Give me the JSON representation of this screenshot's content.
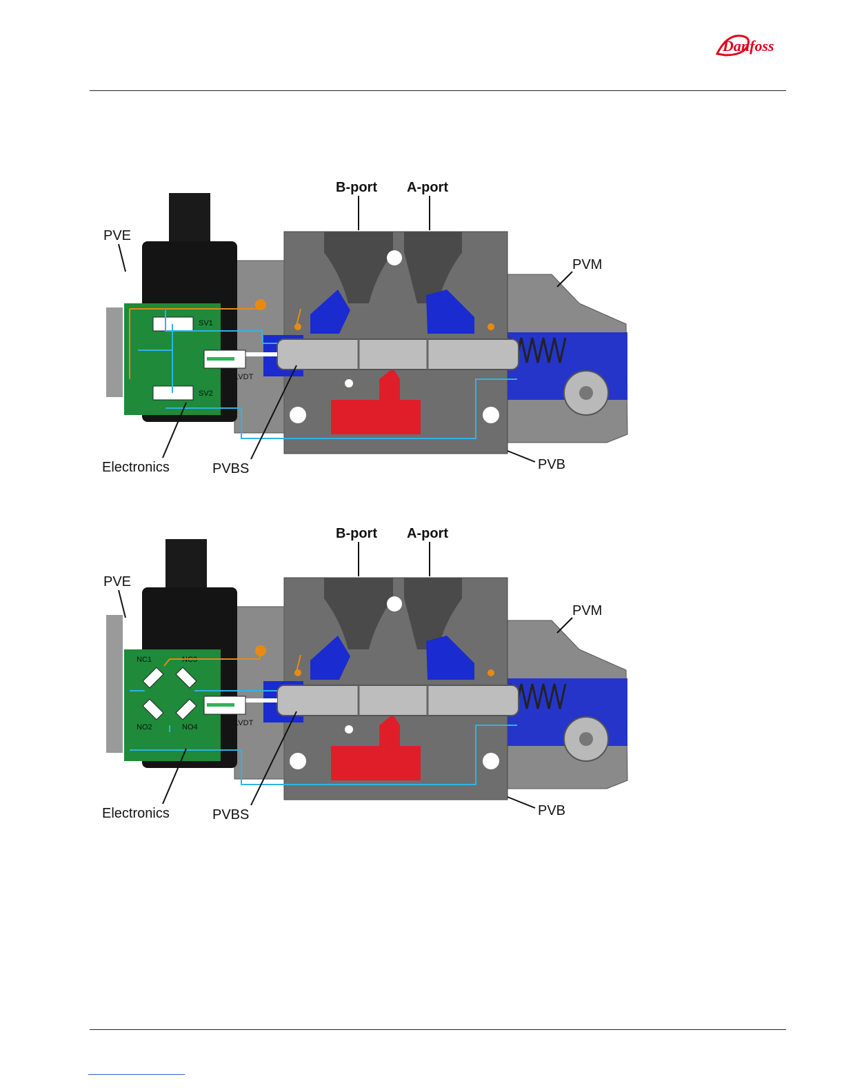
{
  "header": {
    "brand": "Danfoss",
    "brand_color": "#e2001a"
  },
  "figures": [
    {
      "labels": {
        "b_port": "B-port",
        "a_port": "A-port",
        "pve": "PVE",
        "pvm": "PVM",
        "electronics": "Electronics",
        "pvbs": "PVBS",
        "pvb": "PVB",
        "lvdt": "LVDT"
      },
      "valves": [
        "SV1",
        "SV2"
      ]
    },
    {
      "labels": {
        "b_port": "B-port",
        "a_port": "A-port",
        "pve": "PVE",
        "pvm": "PVM",
        "electronics": "Electronics",
        "pvbs": "PVBS",
        "pvb": "PVB",
        "lvdt": "LVDT"
      },
      "valves": [
        "NC1",
        "NC3",
        "NO2",
        "NO4"
      ]
    }
  ],
  "colors": {
    "body_gray": "#6e6e6e",
    "dark_gray": "#4a4a4a",
    "pressure_red": "#e01e2a",
    "tank_blue": "#1a2bd0",
    "pilot_cyan": "#2fb3e6",
    "pilot_orange": "#e88a12",
    "pcb_green": "#1e8a3a"
  }
}
